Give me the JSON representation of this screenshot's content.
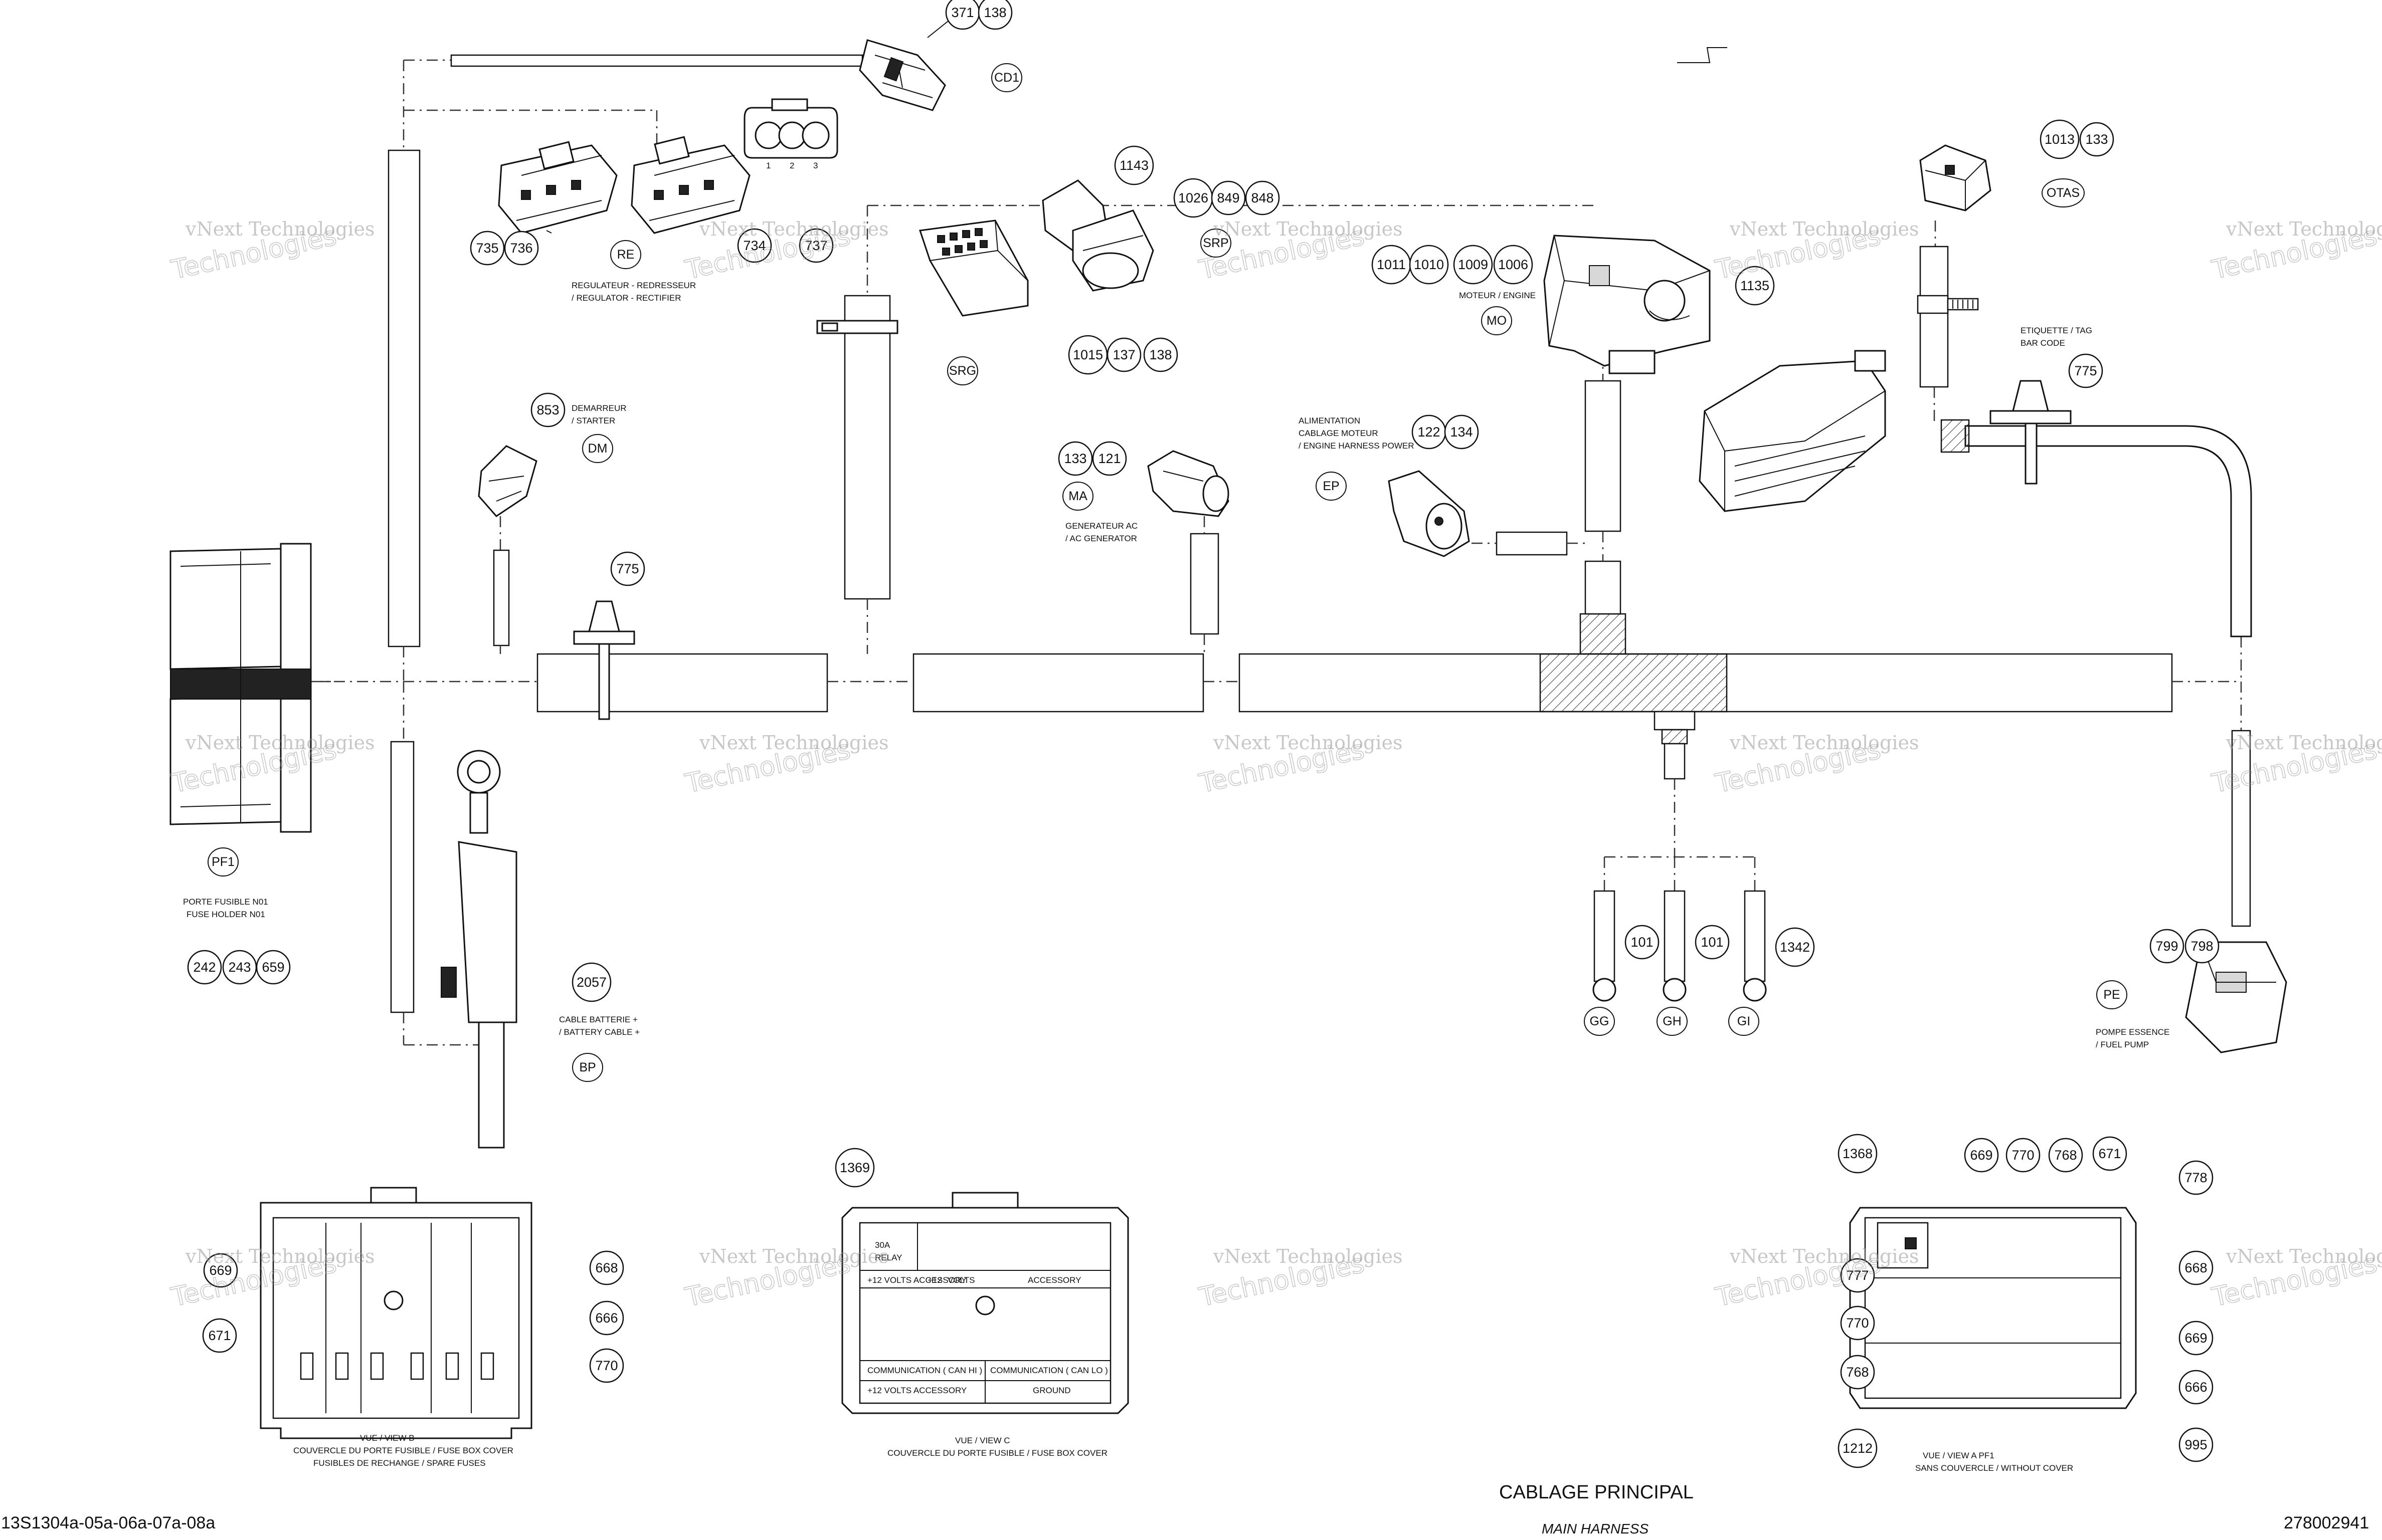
{
  "title": {
    "main": "CABLAGE PRINCIPAL",
    "sub": "MAIN HARNESS",
    "left_code": "13S1304a-05a-06a-07a-08a",
    "right_code": "278002941"
  },
  "watermark": {
    "line1": "vNext Technologies",
    "line2": "Technologies"
  },
  "callouts": {
    "c371": "371",
    "c138a": "138",
    "c735": "735",
    "c736": "736",
    "c734": "734",
    "c737": "737",
    "c1143": "1143",
    "c1026": "1026",
    "c849": "849",
    "c848": "848",
    "c1015": "1015",
    "c137": "137",
    "c138b": "138",
    "c1011": "1011",
    "c1010": "1010",
    "c1009": "1009",
    "c1006": "1006",
    "c1013": "1013",
    "c133a": "133",
    "c1135": "1135",
    "c775a": "775",
    "c853": "853",
    "c133b": "133",
    "c121": "121",
    "c122": "122",
    "c134": "134",
    "c775b": "775",
    "c2057": "2057",
    "c242": "242",
    "c243": "243",
    "c659": "659",
    "c101a": "101",
    "c101b": "101",
    "c1342": "1342",
    "c799": "799",
    "c798": "798",
    "c1369": "1369",
    "c669a": "669",
    "c671a": "671",
    "c668a": "668",
    "c666a": "666",
    "c770a": "770",
    "c1368": "1368",
    "c669b": "669",
    "c770b": "770",
    "c768a": "768",
    "c671b": "671",
    "c778": "778",
    "c668b": "668",
    "c777": "777",
    "c770c": "770",
    "c669c": "669",
    "c768b": "768",
    "c666b": "666",
    "c1212": "1212",
    "c995": "995"
  },
  "codes": {
    "CD1": "CD1",
    "RE": "RE",
    "SRP": "SRP",
    "SRG": "SRG",
    "MO": "MO",
    "OTAS": "OTAS",
    "DM": "DM",
    "MA": "MA",
    "EP": "EP",
    "PF1": "PF1",
    "BP": "BP",
    "GG": "GG",
    "GH": "GH",
    "GI": "GI",
    "PE": "PE"
  },
  "labels": {
    "regulator_fr": "REGULATEUR -   REDRESSEUR",
    "regulator_en": "/ REGULATOR -  RECTIFIER",
    "pins": [
      "1",
      "2",
      "3"
    ],
    "engine": "MOTEUR / ENGINE",
    "tag_fr": "ETIQUETTE / TAG",
    "tag_en": "BAR CODE",
    "starter_fr": "DEMARREUR",
    "starter_en": "/ STARTER",
    "alim1": "ALIMENTATION",
    "alim2": "CABLAGE MOTEUR",
    "alim3": "/ ENGINE HARNESS POWER",
    "acgen_fr": "GENERATEUR AC",
    "acgen_en": "/ AC GENERATOR",
    "fuse_holder_fr": "PORTE   FUSIBLE N01",
    "fuse_holder_en": "FUSE HOLDER N01",
    "battery_fr": "CABLE BATTERIE +",
    "battery_en": "/ BATTERY CABLE +",
    "fuel_pump_fr": "POMPE ESSENCE",
    "fuel_pump_en": "/ FUEL PUMP",
    "view_b": "VUE / VIEW B",
    "view_b_1": "COUVERCLE DU PORTE FUSIBLE / FUSE BOX COVER",
    "view_b_2": "FUSIBLES DE RECHANGE / SPARE FUSES",
    "view_c": "VUE / VIEW C",
    "view_c_1": "COUVERCLE DU PORTE FUSIBLE / FUSE BOX COVER",
    "view_a": "VUE / VIEW A     PF1",
    "view_a_1": "SANS COUVERCLE / WITHOUT COVER"
  },
  "fuse_cover_c": {
    "relay": "30A",
    "relay_sub": "RELAY",
    "row1": [
      "+12 VOLTS ACCESSORY",
      "+12",
      "VOLTS",
      "ACCESSORY"
    ],
    "row2": [
      "COMMUNICATION ( CAN HI )",
      "COMMUNICATION ( CAN LO )"
    ],
    "row3": [
      "+12 VOLTS ACCESSORY",
      "GROUND"
    ]
  }
}
